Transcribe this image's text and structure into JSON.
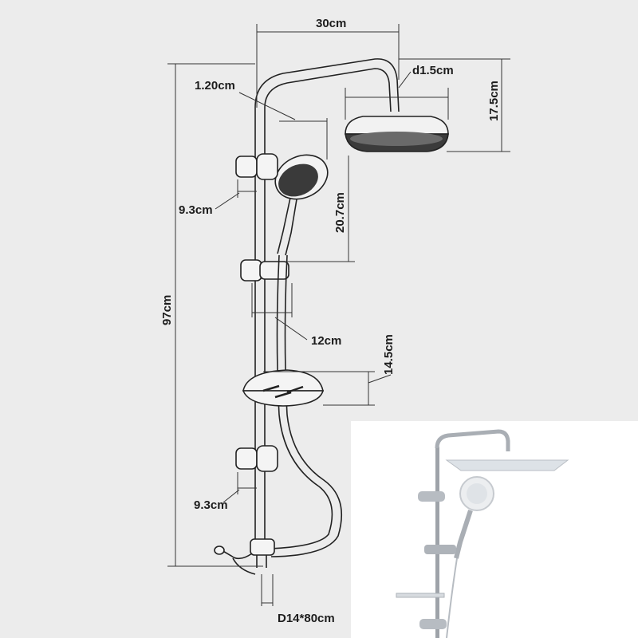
{
  "dimensions": {
    "width_arm": "30cm",
    "pipe_diameter": "d1.5cm",
    "head_height": "17.5cm",
    "arm_thickness": "1.20cm",
    "wall_offset_top": "9.3cm",
    "hand_shower_height": "20.7cm",
    "total_height": "97cm",
    "slider_width": "12cm",
    "shelf_height": "14.5cm",
    "wall_offset_bottom": "9.3cm",
    "hose": "D14*80cm"
  },
  "colors": {
    "background": "#ececec",
    "line": "#222222",
    "photo_background": "#ffffff",
    "chrome": "#b8bcc2"
  }
}
